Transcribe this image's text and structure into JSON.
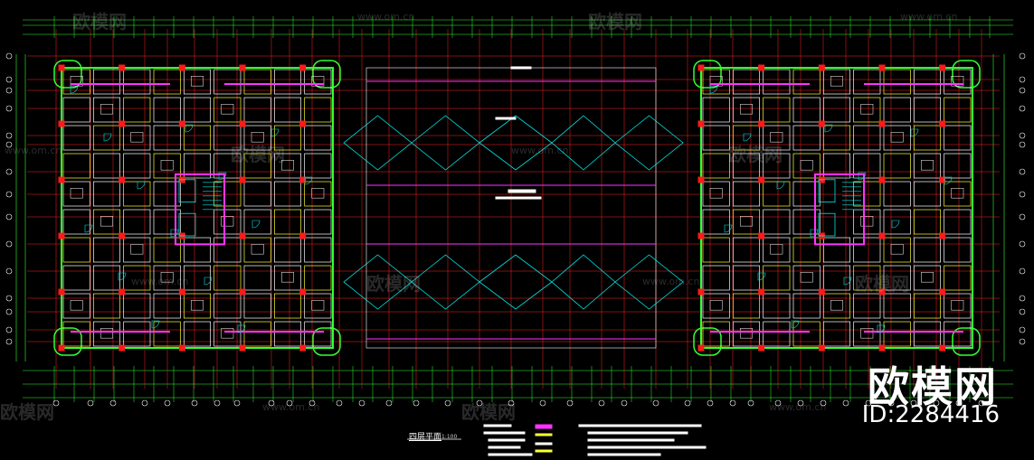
{
  "drawing": {
    "title": "四层平面",
    "scale": "1:100"
  },
  "watermarks": {
    "brand": "欧模网",
    "id_label": "ID:2284416",
    "tile_brand": "欧模网",
    "tile_url": "www.om.cn"
  },
  "colors": {
    "background": "#000000",
    "axis": "#ff2020",
    "wall": "#ffffff",
    "window": "#ffff33",
    "column": "#ff1a1a",
    "curtain_wall": "#ff33ff",
    "outline": "#33ff33",
    "dimension": "#00e6e6",
    "furniture": "#b4a0ff"
  }
}
